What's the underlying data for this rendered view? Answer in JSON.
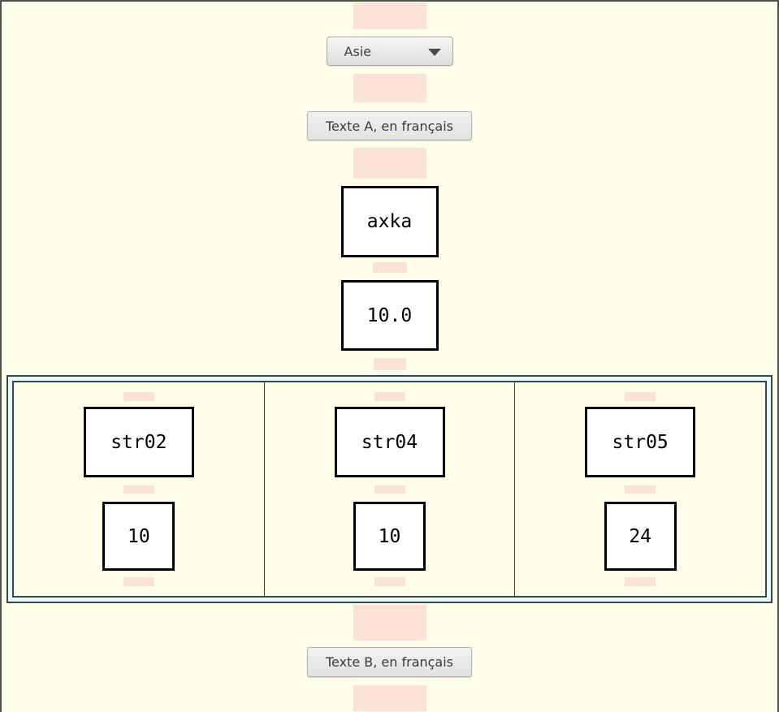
{
  "colors": {
    "background": "#FEFEE9",
    "stripe": "#FBE2D7",
    "page_border": "#4D5147",
    "panel_border": "#3C453E",
    "panel_gap": "#E7F8FE",
    "box_border": "#000000",
    "box_background": "#FFFFFF"
  },
  "dropdown": {
    "selected_option": "Asie"
  },
  "buttons": {
    "text_a": "Texte A, en français",
    "text_b": "Texte B, en français"
  },
  "chain": {
    "name_box": "axka",
    "value_box": "10.0"
  },
  "panel": {
    "columns": [
      {
        "name": "str02",
        "value": "10"
      },
      {
        "name": "str04",
        "value": "10"
      },
      {
        "name": "str05",
        "value": "24"
      }
    ]
  }
}
